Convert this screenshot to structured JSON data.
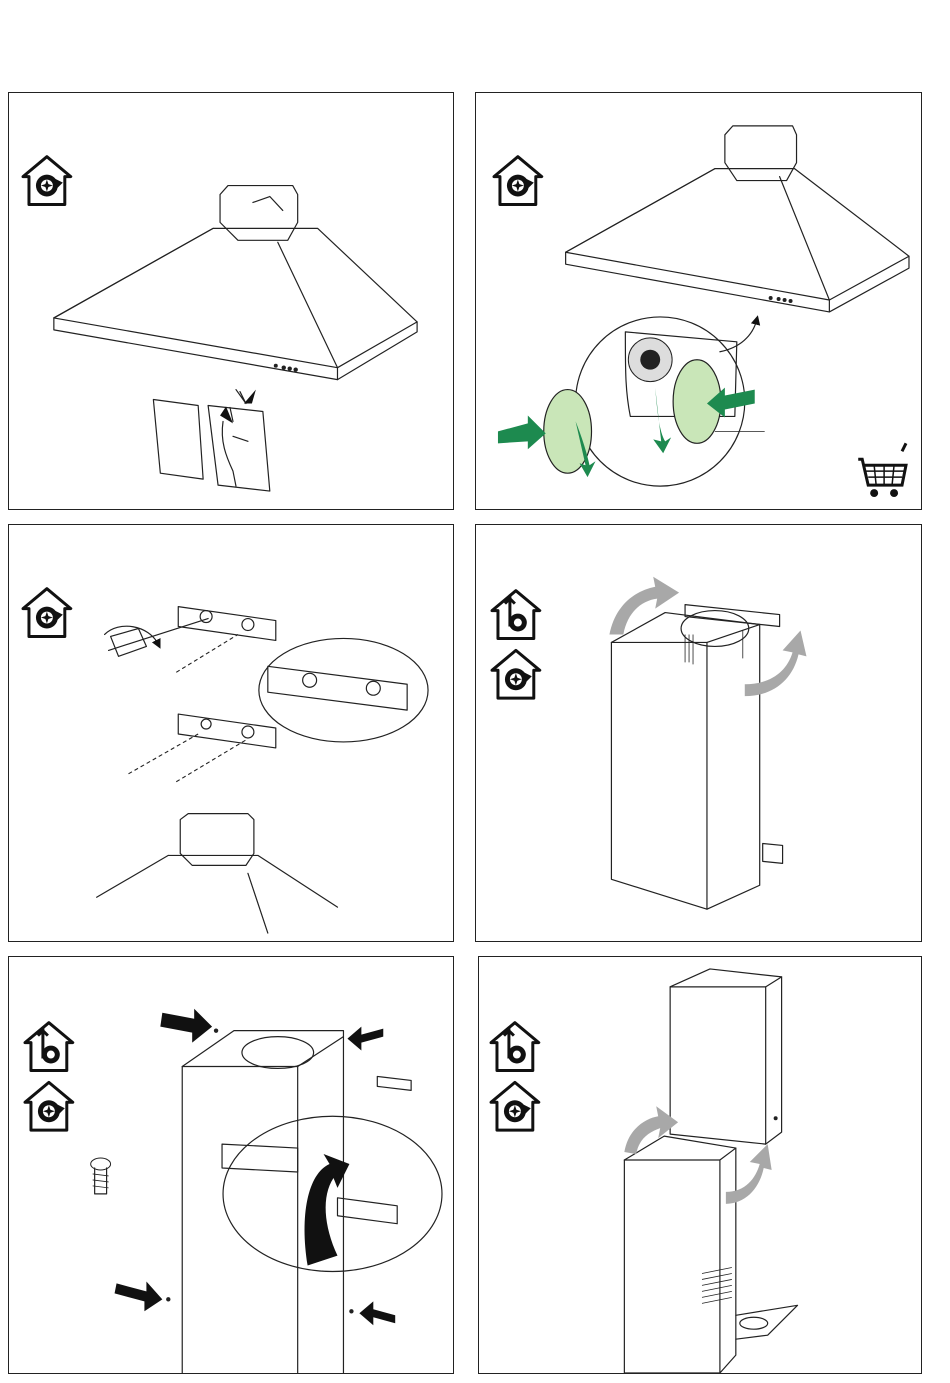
{
  "page": {
    "background": "#ffffff",
    "accent_green": "#1d8a4f",
    "accent_gray": "#a8a8a8"
  },
  "panels": [
    {
      "id": "panel-1",
      "icons": [
        "recirculation-mode-icon"
      ],
      "content": "hood-with-grease-filters"
    },
    {
      "id": "panel-2",
      "icons": [
        "recirculation-mode-icon",
        "shopping-cart-icon"
      ],
      "content": "carbon-filter-installation-on-blower"
    },
    {
      "id": "panel-3",
      "icons": [
        "recirculation-mode-icon"
      ],
      "content": "bracket-assembly-with-screwdriver"
    },
    {
      "id": "panel-4",
      "icons": [
        "extraction-mode-icon",
        "recirculation-mode-icon"
      ],
      "content": "chimney-with-duct-and-brackets"
    },
    {
      "id": "panel-5",
      "icons": [
        "extraction-mode-icon",
        "recirculation-mode-icon",
        "screw-icon"
      ],
      "content": "chimney-fixing-screws"
    },
    {
      "id": "panel-6",
      "icons": [
        "extraction-mode-icon",
        "recirculation-mode-icon"
      ],
      "content": "upper-and-lower-chimney-sections"
    }
  ]
}
